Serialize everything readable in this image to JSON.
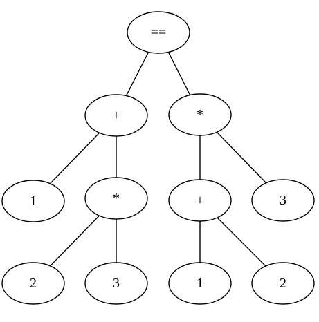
{
  "diagram": {
    "type": "expression-tree",
    "nodes": [
      {
        "id": "root",
        "label": "==",
        "color": "#000000"
      },
      {
        "id": "plus-left",
        "label": "+",
        "color": "#5a5a00"
      },
      {
        "id": "times-right",
        "label": "*",
        "color": "#000000"
      },
      {
        "id": "one-left",
        "label": "1",
        "color": "#000000"
      },
      {
        "id": "times-left",
        "label": "*",
        "color": "#000000"
      },
      {
        "id": "plus-right",
        "label": "+",
        "color": "#800080"
      },
      {
        "id": "three-right",
        "label": "3",
        "color": "#000000"
      },
      {
        "id": "two-left",
        "label": "2",
        "color": "#000000"
      },
      {
        "id": "three-left",
        "label": "3",
        "color": "#000000"
      },
      {
        "id": "one-right",
        "label": "1",
        "color": "#000000"
      },
      {
        "id": "two-right",
        "label": "2",
        "color": "#000000"
      }
    ],
    "edges": [
      {
        "from": "root",
        "to": "plus-left"
      },
      {
        "from": "root",
        "to": "times-right"
      },
      {
        "from": "plus-left",
        "to": "one-left"
      },
      {
        "from": "plus-left",
        "to": "times-left"
      },
      {
        "from": "times-left",
        "to": "two-left"
      },
      {
        "from": "times-left",
        "to": "three-left"
      },
      {
        "from": "times-right",
        "to": "plus-right"
      },
      {
        "from": "times-right",
        "to": "three-right"
      },
      {
        "from": "plus-right",
        "to": "one-right"
      },
      {
        "from": "plus-right",
        "to": "two-right"
      }
    ]
  }
}
